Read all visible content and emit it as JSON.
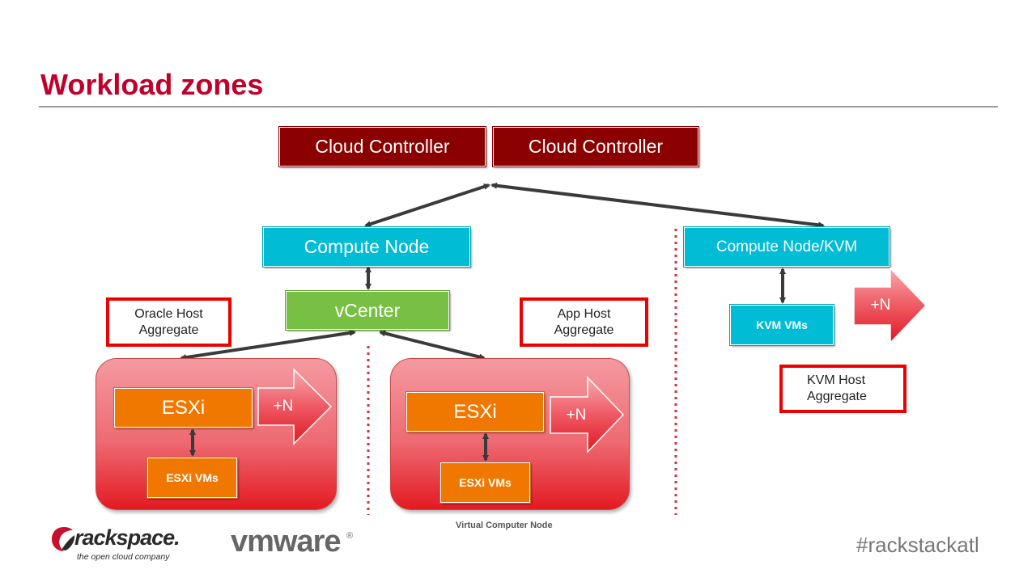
{
  "slide": {
    "title": "Workload zones",
    "hashtag": "#rackstackatl"
  },
  "diagram": {
    "cloud_controllers": [
      "Cloud Controller",
      "Cloud Controller"
    ],
    "compute_node": "Compute Node",
    "compute_node_kvm": "Compute Node/KVM",
    "vcenter": "vCenter",
    "kvm_vms": "KVM VMs",
    "esxi": "ESXi",
    "esxi_vms": "ESXi VMs",
    "scale_out": "+N",
    "aggregates": {
      "oracle": "Oracle Host Aggregate",
      "app": "App Host Aggregate",
      "kvm": "KVM Host Aggregate"
    },
    "virtual_node_caption": "Virtual Computer Node"
  },
  "logos": {
    "rackspace": "rackspace.",
    "rackspace_tagline": "the open cloud company",
    "vmware": "vmware"
  },
  "colors": {
    "title": "#c0002a",
    "cloud_controller": "#8b0000",
    "compute": "#00bcd4",
    "vcenter": "#77c043",
    "esxi": "#f07800",
    "aggregate_border": "#ee0000",
    "divider": "#d4303a"
  }
}
